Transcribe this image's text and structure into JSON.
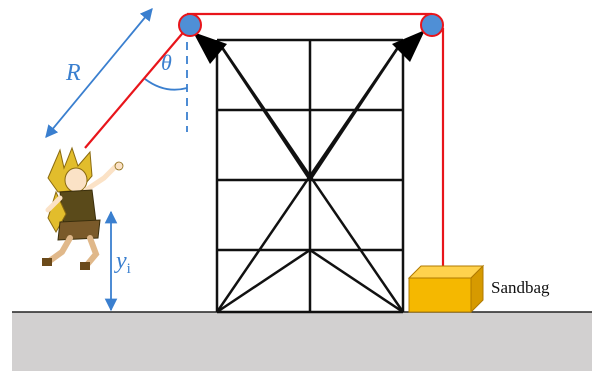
{
  "labels": {
    "radius": "R",
    "angle": "θ",
    "height_var": "y",
    "height_sub": "i",
    "sandbag": "Sandbag"
  },
  "colors": {
    "rope": "#e8151b",
    "pulley_fill": "#4f8fd6",
    "pulley_ring": "#e8151b",
    "dimension": "#3a7fcf",
    "frame": "#111111",
    "ground_fill": "#d2d0d0",
    "ground_line": "#222222",
    "sandbag_fill": "#f5b800",
    "sandbag_edge": "#b07a00",
    "character_hair": "#e2bd2c",
    "character_cloth": "#5a4a1a"
  },
  "icons": [
    "pulley-icon",
    "character-figure",
    "sandbag-box"
  ]
}
